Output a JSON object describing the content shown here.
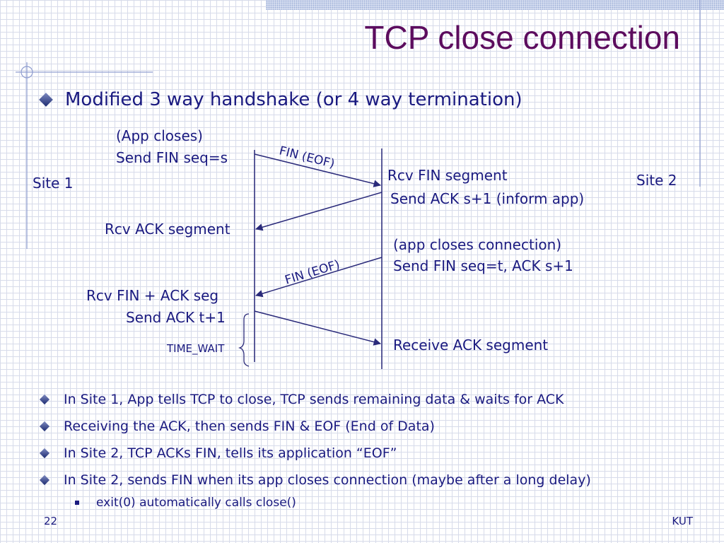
{
  "slide": {
    "title": "TCP close connection",
    "main_bullet": "Modified 3 way handshake (or 4 way termination)",
    "page_number": "22",
    "footer_right": "KUT"
  },
  "diagram": {
    "site1": "Site 1",
    "site2": "Site 2",
    "app_closes": "(App closes)",
    "send_fin": "Send FIN seq=s",
    "fin_eof_1": "FIN (EOF)",
    "rcv_fin_segment": "Rcv FIN segment",
    "send_ack_inform": "Send ACK s+1 (inform app)",
    "rcv_ack_segment": "Rcv ACK segment",
    "app_closes_connection": "(app closes connection)",
    "send_fin_t": "Send FIN seq=t, ACK s+1",
    "fin_eof_2": "FIN (EOF)",
    "rcv_fin_ack": "Rcv FIN + ACK seg",
    "send_ack_t": "Send ACK t+1",
    "time_wait": "TIME_WAIT",
    "receive_ack": "Receive ACK segment"
  },
  "bullets": [
    {
      "text": "In Site 1, App tells TCP to close, TCP sends remaining data & waits for ACK"
    },
    {
      "text": "Receiving the ACK, then sends FIN & EOF (End of Data)"
    },
    {
      "text": "In Site 2, TCP ACKs FIN, tells its application “EOF”"
    },
    {
      "text": "In Site 2, sends FIN when its app closes connection (maybe after a long delay)"
    }
  ],
  "sub_bullets": [
    {
      "text": "exit(0) automatically calls close()"
    }
  ],
  "colors": {
    "title": "#5c0c5e",
    "text": "#1a1a80",
    "arrows": "#2a2a7a",
    "grid": "#d7dbea"
  }
}
